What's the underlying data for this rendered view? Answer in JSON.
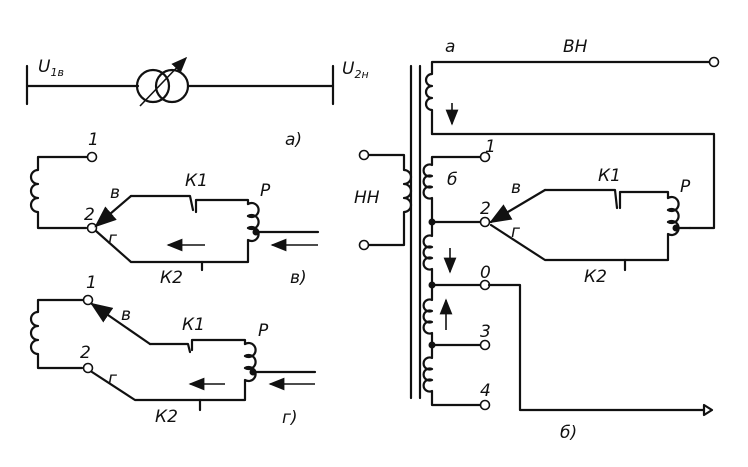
{
  "panel_a": {
    "u1_main": "U",
    "u1_sub": "1в",
    "u2_main": "U",
    "u2_sub": "2н",
    "caption": "а)"
  },
  "panel_v": {
    "tap1": "1",
    "tap2": "2",
    "branch_v": "в",
    "branch_g": "г",
    "k1": "К1",
    "k2": "К2",
    "reactor": "Р",
    "caption": "в)"
  },
  "panel_g": {
    "tap1": "1",
    "tap2": "2",
    "branch_v": "в",
    "branch_g": "г",
    "k1": "К1",
    "k2": "К2",
    "reactor": "Р",
    "caption": "г)"
  },
  "panel_b": {
    "a_label": "а",
    "vn_label": "ВН",
    "nn_label": "НН",
    "b_label": "б",
    "tap1": "1",
    "tap2": "2",
    "tap0": "0",
    "tap3": "3",
    "tap4": "4",
    "branch_v": "в",
    "branch_g": "г",
    "k1": "К1",
    "k2": "К2",
    "reactor": "Р",
    "caption": "б)"
  }
}
